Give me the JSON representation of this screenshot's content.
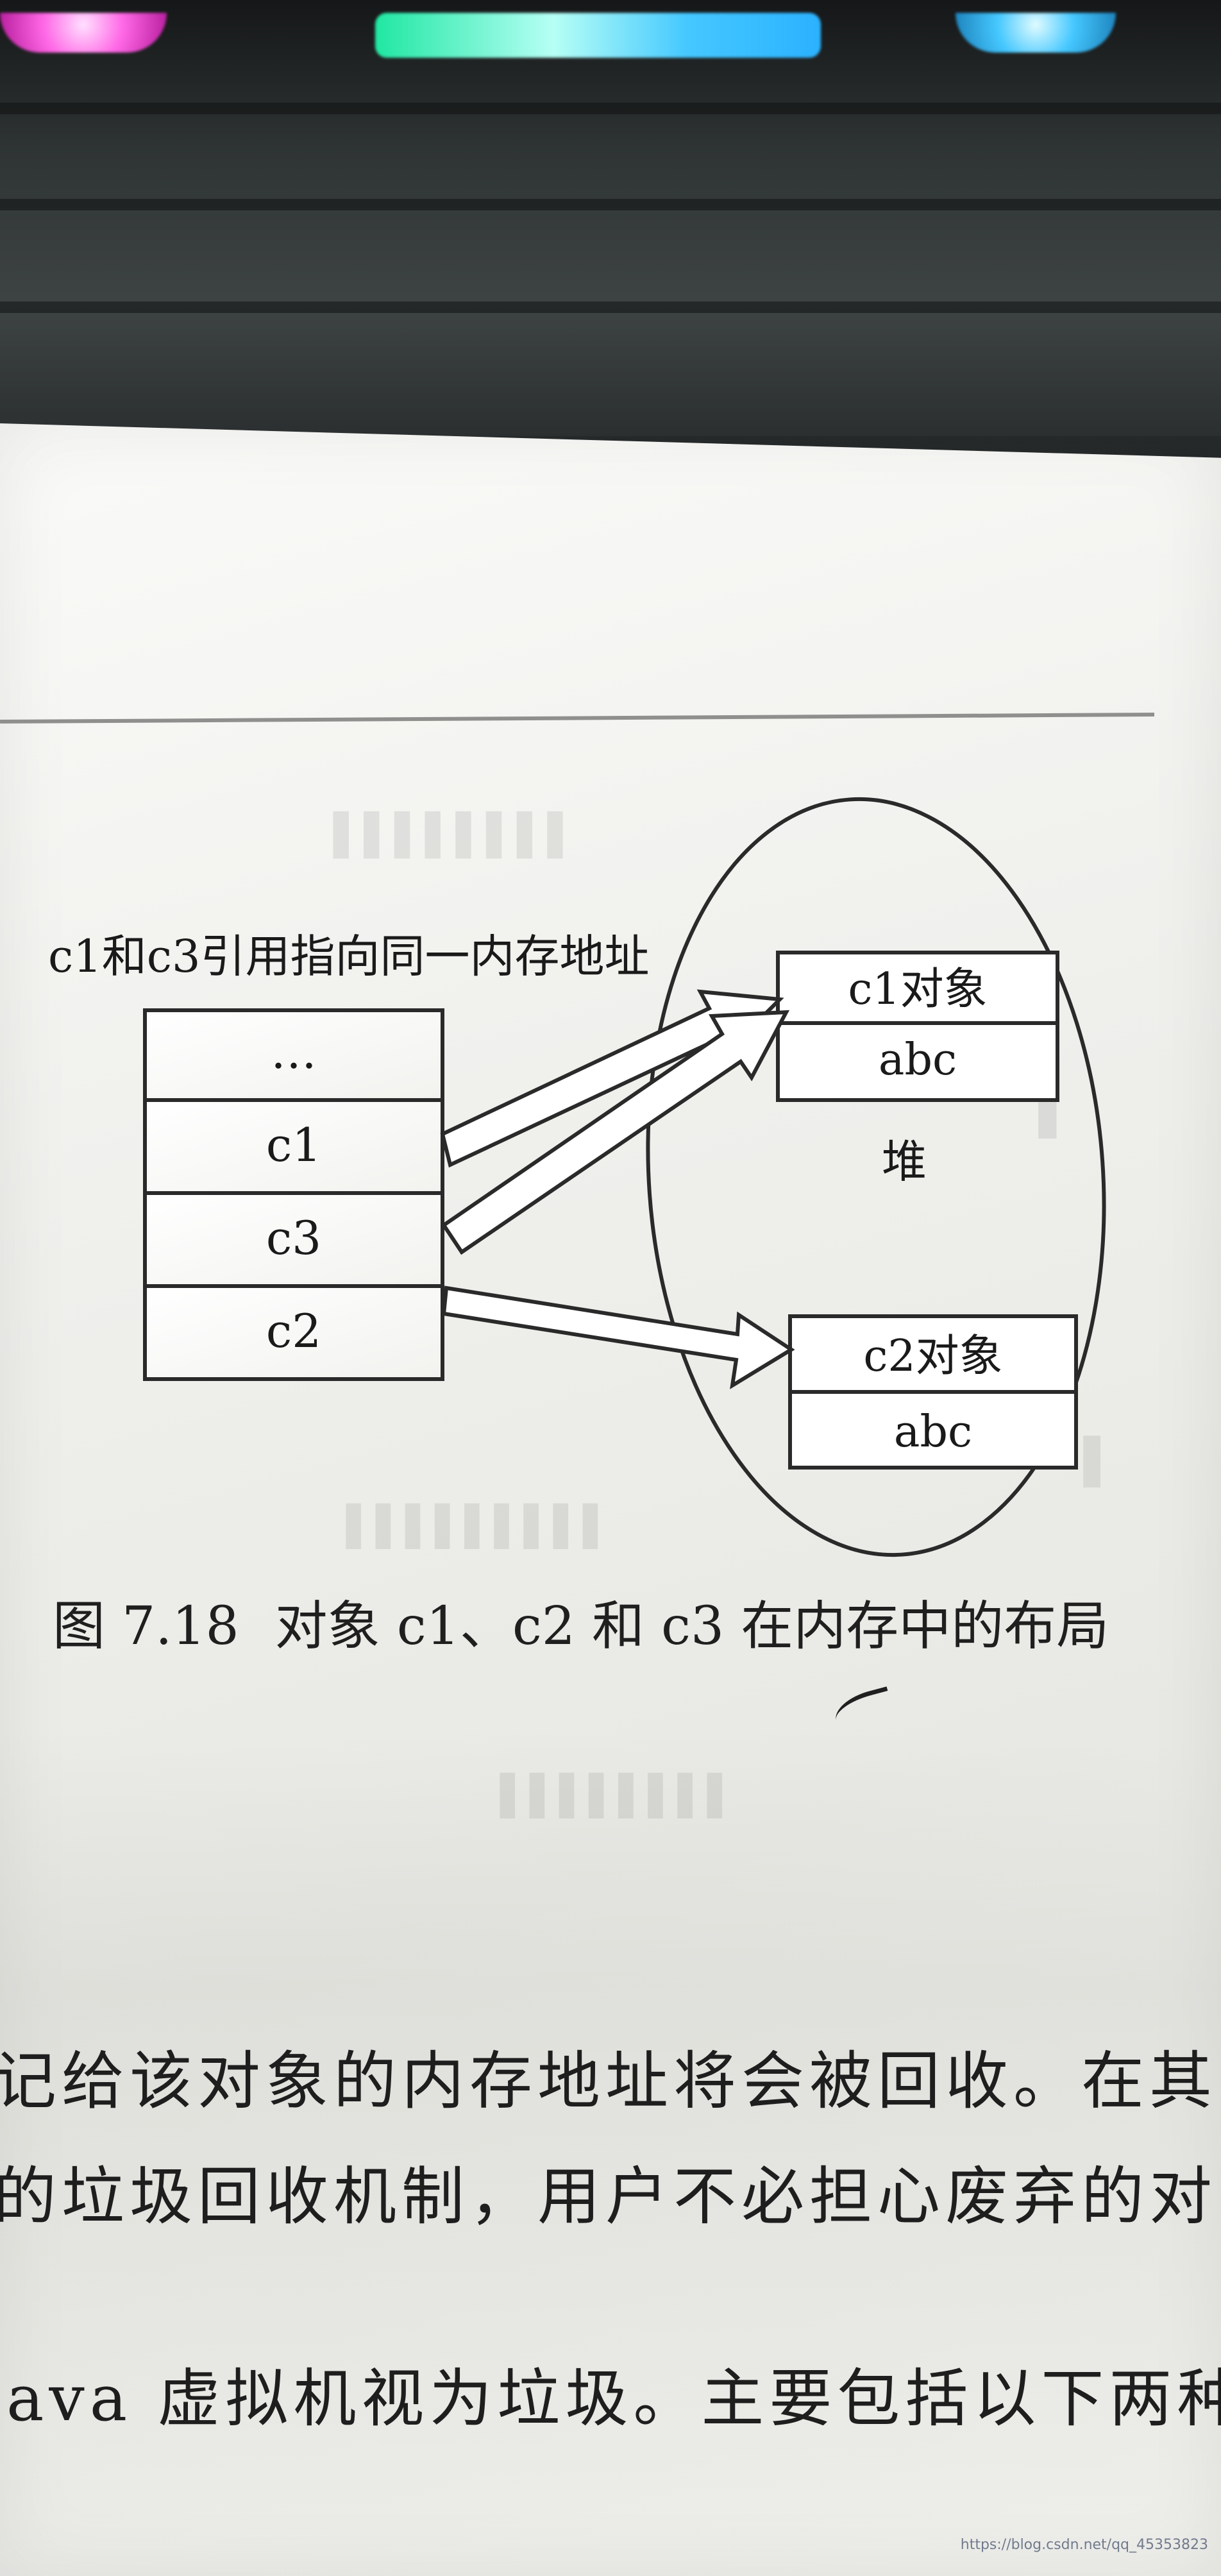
{
  "photo": {
    "subject": "textbook-page"
  },
  "diagram": {
    "annotation": "c1和c3引用指向同一内存地址",
    "stack_cells": [
      "…",
      "c1",
      "c3",
      "c2"
    ],
    "heap_label": "堆",
    "heap_objects": [
      {
        "title": "c1对象",
        "value": "abc"
      },
      {
        "title": "c2对象",
        "value": "abc"
      }
    ]
  },
  "caption": {
    "number": "图 7.18",
    "text": "对象 c1、c2 和 c3 在内存中的布局"
  },
  "body_lines": [
    "记给该对象的内存地址将会被回收。在其",
    "的垃圾回收机制，用户不必担心废弃的对",
    "ava 虚拟机视为垃圾。主要包括以下两种"
  ],
  "watermark": "https://blog.csdn.net/qq_45353823"
}
